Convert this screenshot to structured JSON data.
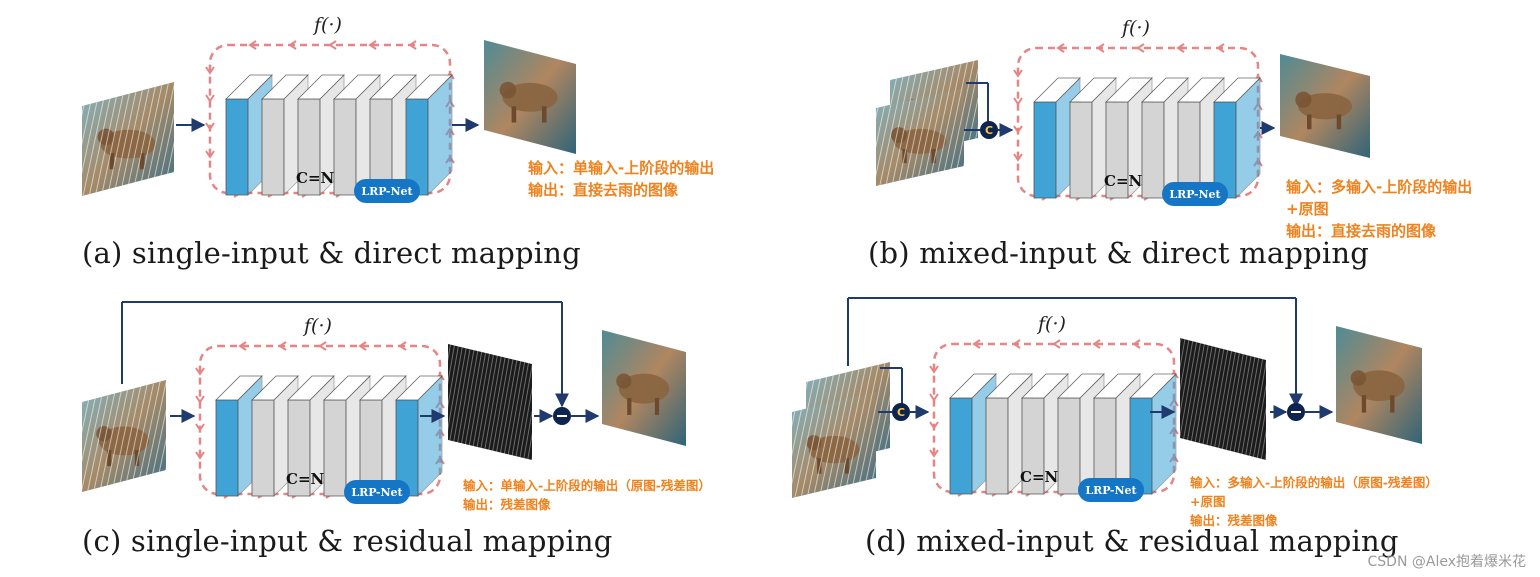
{
  "panels": [
    {
      "id": "a",
      "caption": "(a) single-input & direct mapping",
      "function_label": "f(·)",
      "channel_label": "C=N",
      "net_label": "LRP-Net",
      "input_type": "single",
      "mapping": "direct",
      "notes": [
        "输入：单输入-上阶段的输出",
        "输出：直接去雨的图像"
      ]
    },
    {
      "id": "b",
      "caption": "(b) mixed-input & direct mapping",
      "function_label": "f(·)",
      "channel_label": "C=N",
      "net_label": "LRP-Net",
      "concat_label": "C",
      "input_type": "mixed",
      "mapping": "direct",
      "notes": [
        "输入：多输入-上阶段的输出",
        "+原图",
        "输出：直接去雨的图像"
      ]
    },
    {
      "id": "c",
      "caption": "(c) single-input & residual mapping",
      "function_label": "f(·)",
      "channel_label": "C=N",
      "net_label": "LRP-Net",
      "input_type": "single",
      "mapping": "residual",
      "notes": [
        "输入：单输入-上阶段的输出（原图-残差图）",
        "输出：残差图像"
      ]
    },
    {
      "id": "d",
      "caption": "(d) mixed-input & residual mapping",
      "function_label": "f(·)",
      "channel_label": "C=N",
      "net_label": "LRP-Net",
      "concat_label": "C",
      "input_type": "mixed",
      "mapping": "residual",
      "notes": [
        "输入：多输入-上阶段的输出（原图-残差图）",
        "+原图",
        "输出：残差图像"
      ]
    }
  ],
  "watermark": "CSDN @Alex抱着爆米花",
  "colors": {
    "arrow": "#1f3a6e",
    "dashed_box": "#e58585",
    "block_blue": "#3fa3d6",
    "block_gray": "#d4d4d4",
    "lrp_badge": "#1476c5",
    "note_text": "#f0821e"
  },
  "icons": {
    "input_image": "rainy-bear-image-icon",
    "output_image": "clean-bear-image-icon",
    "residual_image": "rain-streak-residual-icon",
    "concat": "concat-circle-icon",
    "subtract": "subtract-circle-icon"
  }
}
